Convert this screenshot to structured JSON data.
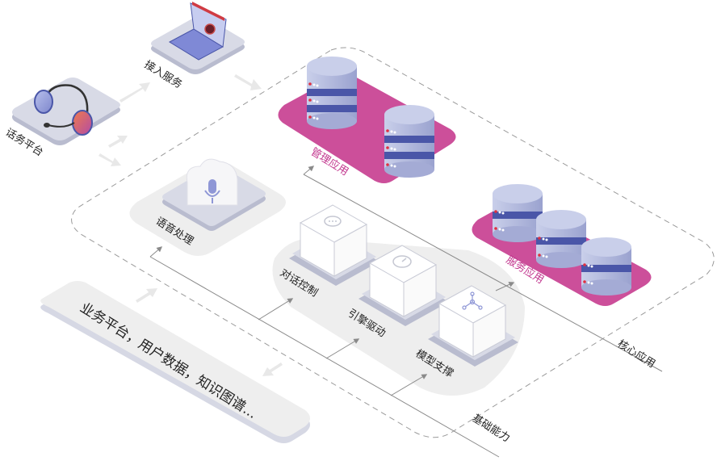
{
  "diagram": {
    "colors": {
      "platform_pink": "#cc4f9a",
      "label_pink": "#c2368e",
      "db_light": "#c8cde8",
      "db_band": "#4a56a8",
      "tile_face": "#d8dae6",
      "tile_side": "#b9bccf",
      "zone_bg": "#eeeeee",
      "dash": "#9a9a9a",
      "arrow": "#8a8a8a",
      "ghost_arrow": "#e6e6e6"
    },
    "nodes": {
      "voice_platform": {
        "label": "话务平台",
        "icon": "headset-icon"
      },
      "access_service": {
        "label": "接入服务",
        "icon": "laptop-icon"
      },
      "speech_processing": {
        "label": "语音处理",
        "icon": "cloud-microphone-icon"
      },
      "management_apps": {
        "label": "管理应用",
        "icon": "database-icon",
        "count": 2
      },
      "service_apps": {
        "label": "服务应用",
        "icon": "database-icon",
        "count": 3
      },
      "dialog_control": {
        "label": "对话控制",
        "icon": "chat-bubble-icon"
      },
      "engine_driver": {
        "label": "引擎驱动",
        "icon": "gauge-icon"
      },
      "model_support": {
        "label": "模型支撑",
        "icon": "network-node-icon"
      },
      "data_sources": {
        "label": "业务平台，用户数据，知识图谱..."
      }
    },
    "groups": {
      "core_apps": {
        "label": "核心应用"
      },
      "base_capabilities": {
        "label": "基础能力"
      }
    }
  }
}
